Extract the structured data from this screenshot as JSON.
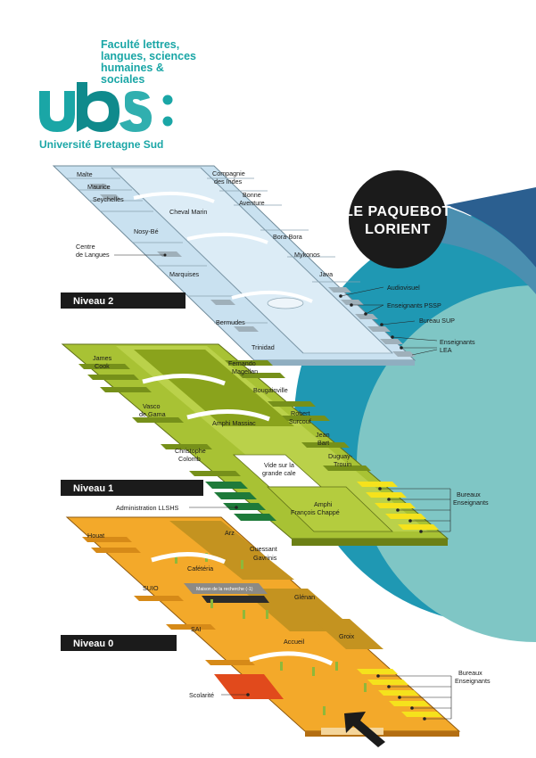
{
  "logo": {
    "faculty_lines": [
      "Faculté lettres,",
      "langues, sciences",
      "humaines &",
      "sociales"
    ],
    "university": "Université Bretagne Sud",
    "mark": "ubs:"
  },
  "badge": {
    "line1": "LE PAQUEBOT",
    "line2": "LORIENT"
  },
  "levels": {
    "niveau2": "Niveau 2",
    "niveau1": "Niveau 1",
    "niveau0": "Niveau 0"
  },
  "niveau2_rooms": {
    "malte": "Malte",
    "maurice": "Maurice",
    "seychelles": "Seychelles",
    "compagnie1": "Compagnie",
    "compagnie2": "des Indes",
    "bonne1": "Bonne",
    "bonne2": "Aventure",
    "cheval_marin": "Cheval Marin",
    "nosy_be": "Nosy-Bé",
    "bora_bora": "Bora-Bora",
    "centre1": "Centre",
    "centre2": "de Langues",
    "mykonos": "Mykonos",
    "marquises": "Marquises",
    "java": "Java",
    "bermudes": "Bermudes",
    "trinidad": "Trinidad"
  },
  "niveau2_callouts": {
    "audiovisuel": "Audiovisuel",
    "enseignants_pssp": "Enseignants PSSP",
    "bureau_sup": "Bureau SUP",
    "enseignants_lea1": "Enseignants",
    "enseignants_lea2": "LEA"
  },
  "niveau1_rooms": {
    "james1": "James",
    "james2": "Cook",
    "fernando1": "Fernando",
    "fernando2": "Magellan",
    "bougainville": "Bougainville",
    "vasco1": "Vasco",
    "vasco2": "de Gama",
    "robert1": "Robert",
    "robert2": "Surcouf",
    "amphi_massiac": "Amphi Massiac",
    "jean1": "Jean",
    "jean2": "Bart",
    "christophe1": "Christophe",
    "christophe2": "Colomb",
    "duguay1": "Duguay-",
    "duguay2": "Trouin",
    "vide1": "Vide sur la",
    "vide2": "grande cale",
    "amphi_fc1": "Amphi",
    "amphi_fc2": "François Chappé"
  },
  "niveau1_callouts": {
    "administration": "Administration LLSHS",
    "bureaux1": "Bureaux",
    "bureaux2": "Enseignants"
  },
  "niveau0_rooms": {
    "houat": "Houat",
    "arz": "Arz",
    "ouessant": "Ouessant",
    "gavrinis": "Gavrinis",
    "cafeteria": "Cafétéria",
    "suio": "SUIO",
    "maison": "Maison de la recherche (-1)",
    "glenan": "Glénan",
    "sai": "SAI",
    "accueil": "Accueil",
    "groix": "Groix"
  },
  "niveau0_callouts": {
    "scolarite": "Scolarité",
    "bureaux1": "Bureaux",
    "bureaux2": "Enseignants"
  },
  "colors": {
    "teal": "#1aa6a6",
    "teal_dark": "#2b6f94",
    "level2_fill": "#d3e7f3",
    "level1_fill": "#a9c234",
    "level0_fill": "#f3a92a",
    "badge": "#1b1b1b",
    "level_bar": "#1b1b1b"
  }
}
